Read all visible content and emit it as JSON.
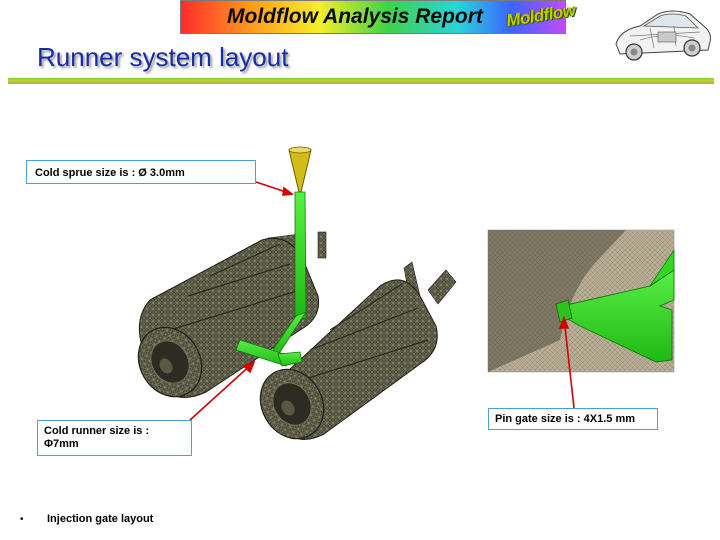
{
  "header": {
    "banner_title": "Moldflow Analysis Report",
    "brand_logo_text": "Moldflow",
    "slide_title": "Runner system layout"
  },
  "callouts": {
    "sprue": "Cold sprue size is : Ø 3.0mm",
    "runner": "Cold runner size is : Φ7mm",
    "gate": "Pin gate size is : 4X1.5 mm"
  },
  "bullets": [
    "Injection gate layout"
  ],
  "colors": {
    "title": "#1a2da0",
    "runner_green": "#33dd22",
    "sprue_yellow": "#c8b414",
    "mesh_dark": "#3a3a2c",
    "callout_border": "#4aa2d4",
    "leader_red": "#d00000"
  }
}
